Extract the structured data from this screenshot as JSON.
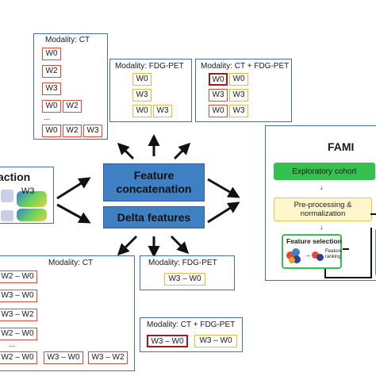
{
  "top_left": {
    "title": "Modality: CT",
    "chips": [
      "W0",
      "W2",
      "W3",
      "W0",
      "W2",
      "W0",
      "W2",
      "W3"
    ],
    "ellipsis": "..."
  },
  "top_mid": {
    "title": "Modality: FDG-PET",
    "chips": [
      "W0",
      "W3",
      "W0",
      "W3"
    ]
  },
  "top_right": {
    "title": "Modality: CT + FDG-PET",
    "chips": [
      "W0",
      "W0",
      "W3",
      "W3",
      "W0",
      "W3"
    ]
  },
  "center": {
    "concat": "Feature concatenation",
    "delta": "Delta features"
  },
  "left_panel": {
    "title": "action",
    "label": "W3"
  },
  "famili": {
    "title": "FAMI",
    "exploratory": "Exploratory cohort",
    "preprocessing": "Pre-processing & normalization",
    "feature_selection": "Feature selection",
    "feature_ranking": "Feature ranking"
  },
  "bottom_left": {
    "title": "Modality: CT",
    "chips": [
      "W2 – W0",
      "W3 – W0",
      "W3 – W2",
      "W2 – W0",
      "W3 – W0",
      "W3 – W2"
    ],
    "ellipsis": "..."
  },
  "bottom_mid": {
    "title": "Modality: FDG-PET",
    "chips": [
      "W3 – W0"
    ]
  },
  "bottom_right": {
    "title": "Modality: CT + FDG-PET",
    "chips": [
      "W3 – W0",
      "W3 – W0"
    ]
  },
  "colors": {
    "red": "#e24a33",
    "yellow": "#e8b932",
    "blue": "#3f7fc4",
    "green": "#35c150",
    "panel_border": "#4a6fa8"
  }
}
